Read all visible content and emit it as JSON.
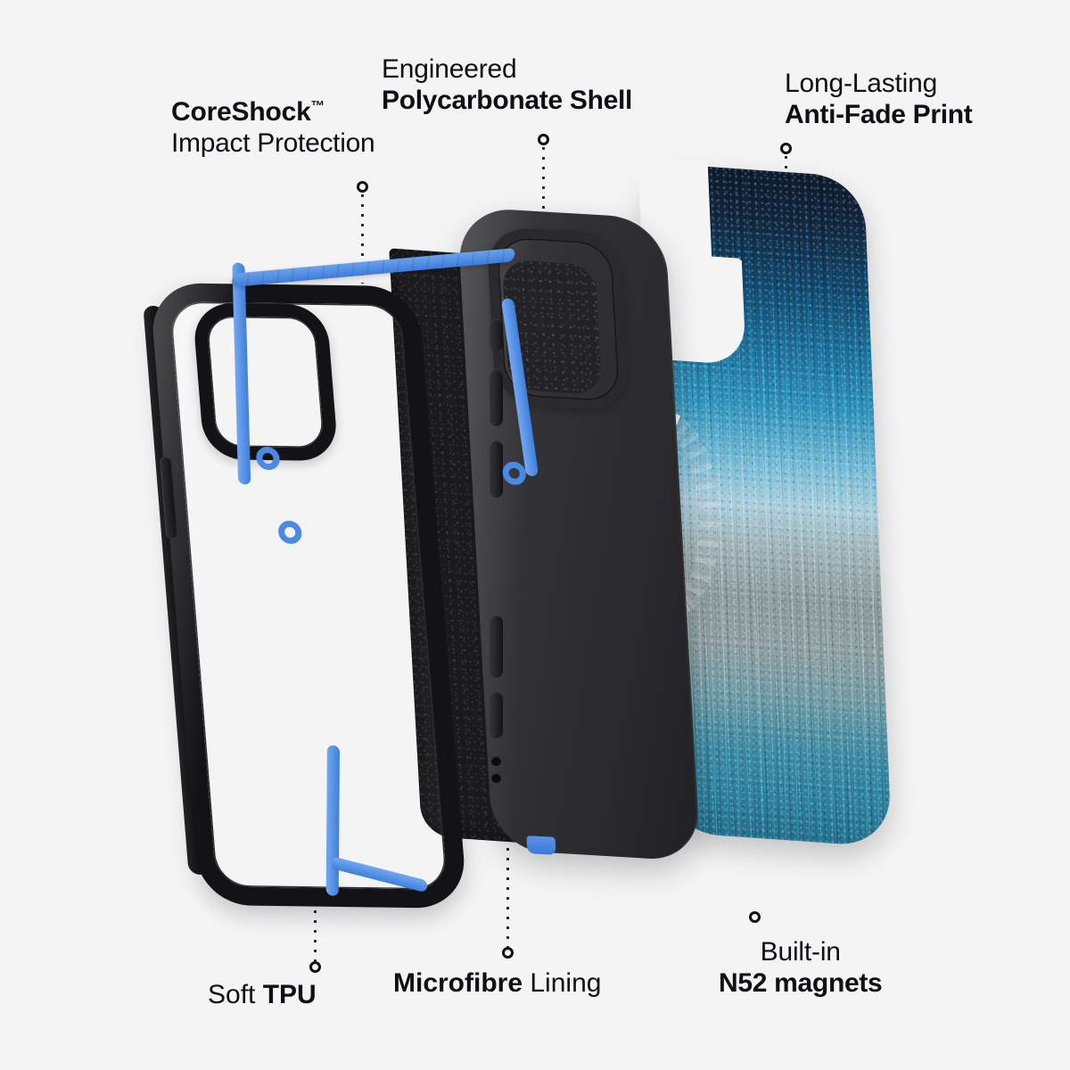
{
  "meta": {
    "title": "Phone case exploded view infographic",
    "background_color": "#f4f4f5",
    "text_color": "#101014",
    "accent_blue": "#4e8de6",
    "shell_black": "#2f2f33",
    "print_navy": "#0d1b2c",
    "print_cyan": "#2f92bb",
    "print_grey": "#8d9d9e",
    "magnet_silver": "#e2e4e6"
  },
  "callouts": [
    {
      "id": "coreshock",
      "line1": "CoreShock",
      "trademark": "™",
      "line2": "Impact Protection",
      "emphasis": "line1",
      "position": "top-left"
    },
    {
      "id": "polycarbonate",
      "line1": "Engineered",
      "line2": "Polycarbonate Shell",
      "emphasis": "line2",
      "position": "top-center"
    },
    {
      "id": "antifade",
      "line1": "Long-Lasting",
      "line2": "Anti-Fade Print",
      "emphasis": "line2",
      "position": "top-right"
    },
    {
      "id": "tpu",
      "regular": "Soft ",
      "bold": "TPU",
      "position": "bottom-left"
    },
    {
      "id": "microfibre",
      "bold": "Microfibre",
      "regular": " Lining",
      "position": "bottom-center"
    },
    {
      "id": "n52",
      "line1": "Built-in",
      "line2": "N52 magnets",
      "emphasis": "line2",
      "position": "bottom-right"
    }
  ],
  "layers": [
    {
      "id": "tpu-bumper",
      "name": "Soft TPU bumper frame",
      "color": "#131315",
      "accent": "#4e8de6"
    },
    {
      "id": "polycarbonate-shell",
      "name": "Polycarbonate shell with microfibre lining",
      "color": "#2f2f33"
    },
    {
      "id": "magnet-ring",
      "name": "Built-in N52 magnet ring",
      "segments": 30,
      "color": "#e2e4e6"
    },
    {
      "id": "print-panel",
      "name": "Anti-fade printed back panel",
      "color": "#1b6f99"
    }
  ]
}
